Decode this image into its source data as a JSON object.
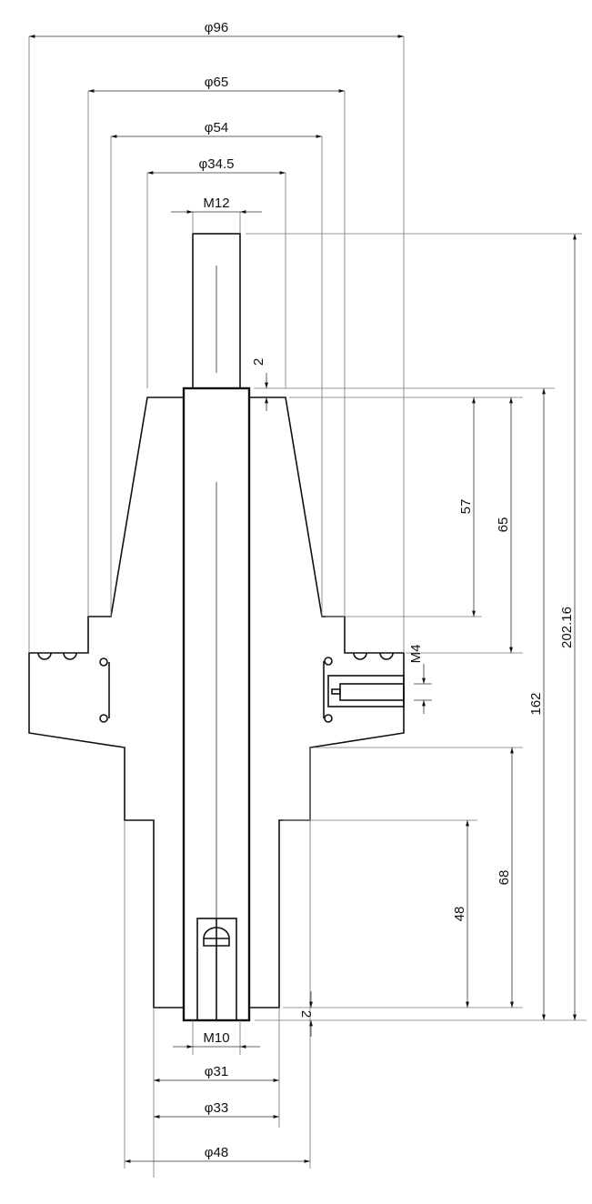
{
  "drawing": {
    "diameters": {
      "d96": "φ96",
      "d65": "φ65",
      "d54": "φ54",
      "d34_5": "φ34.5",
      "d31": "φ31",
      "d33": "φ33",
      "d48": "φ48"
    },
    "threads": {
      "m12": "M12",
      "m10": "M10",
      "m4": "M4"
    },
    "lengths": {
      "gap_top": "2",
      "l57": "57",
      "l65": "65",
      "l162": "162",
      "l202": "202.16",
      "l68": "68",
      "l48": "48",
      "gap_bottom": "2"
    }
  }
}
